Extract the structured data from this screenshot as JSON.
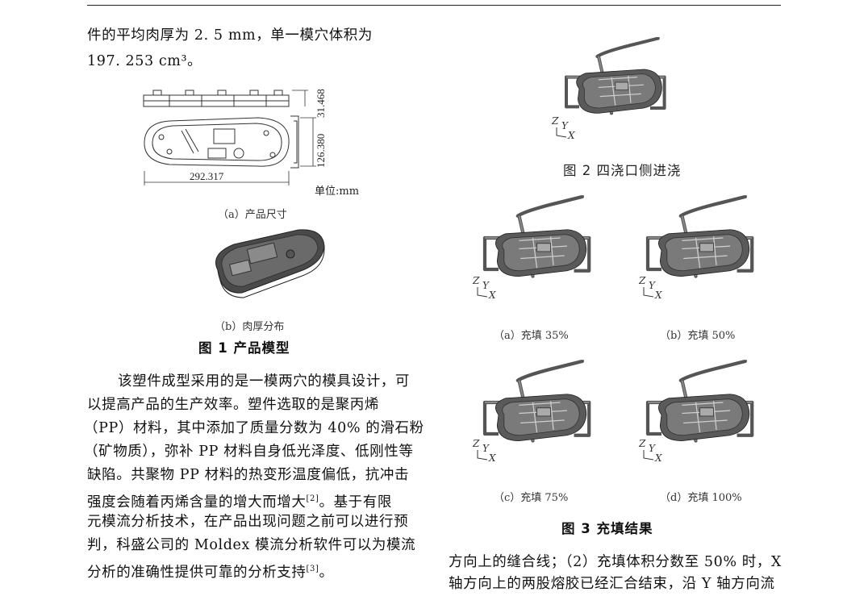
{
  "left_column": {
    "intro_line1": "件的平均肉厚为 2. 5  mm，单一模穴体积为",
    "intro_line2": "197. 253 cm³。",
    "fig1": {
      "dim_width": "292.317",
      "dim_height": "126.380",
      "dim_thickness": "31.468",
      "unit": "单位:mm",
      "sub_a": "（a）产品尺寸",
      "sub_b": "（b）肉厚分布",
      "caption": "图 1    产品模型"
    },
    "body_lines": [
      "该塑件成型采用的是一模两穴的模具设计，可",
      "以提高产品的生产效率。塑件选取的是聚丙烯",
      "（PP）材料，其中添加了质量分数为 40% 的滑石粉",
      "（矿物质），弥补 PP 材料自身低光泽度、低刚性等",
      "缺陷。共聚物 PP 材料的热变形温度偏低，抗冲击",
      "强度会随着丙烯含量的增大而增大",
      "元模流分析技术，在产品出现问题之前可以进行预",
      "判，科盛公司的 Moldex 模流分析软件可以为模流",
      "分析的准确性提供可靠的分析支持"
    ],
    "ref2": "[2]",
    "line6_tail": "。基于有限",
    "ref3": "[3]",
    "line9_tail": "。"
  },
  "right_column": {
    "fig2_caption": "图 2    四浇口侧进浇",
    "fig3": {
      "sub_a": "（a）充填 35%",
      "sub_b": "（b）充填 50%",
      "sub_c": "（c）充填 75%",
      "sub_d": "（d）充填 100%",
      "caption": "图 3    充填结果"
    },
    "axis_labels": {
      "z": "Z",
      "y": "Y",
      "x": "X"
    },
    "bottom_line1": "方向上的缝合线；（2）充填体积分数至 50% 时，X",
    "bottom_line2": "轴方向上的两股熔胶已经汇合结束，沿 Y 轴方向流"
  },
  "colors": {
    "text": "#111111",
    "part_fill": "#5a5a5a",
    "frame": "#6e6e6e"
  }
}
